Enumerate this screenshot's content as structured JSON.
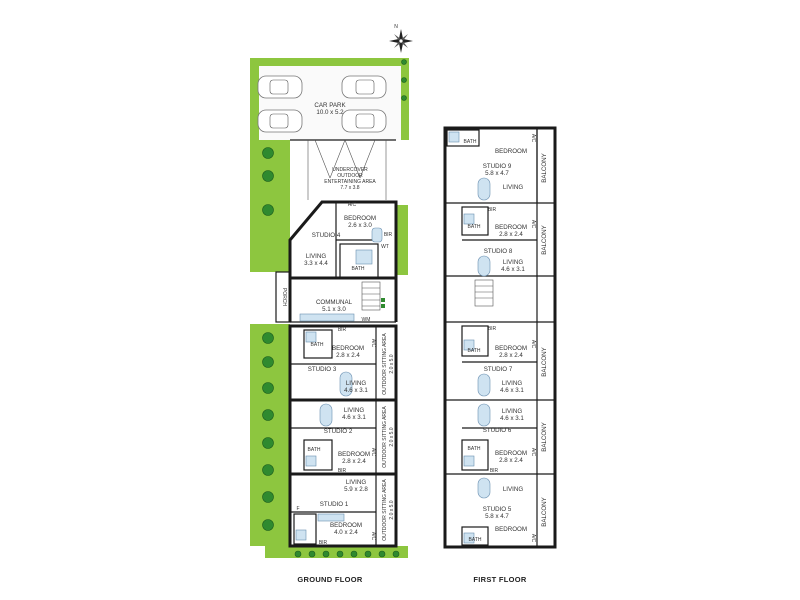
{
  "labels": {
    "car_park": "CAR PARK",
    "car_park_dim": "10.0 x 5.2",
    "undercover_1": "UNDERCOVER",
    "undercover_2": "OUTDOOR",
    "undercover_3": "ENTERTAINING AREA",
    "undercover_dim": "7.7 x 3.8",
    "ac": "A/C",
    "bedroom": "BEDROOM",
    "living": "LIVING",
    "bath": "BATH",
    "bir": "BIR",
    "wt": "WT",
    "wm": "WM",
    "f": "F",
    "porch": "PORCH",
    "communal": "COMMUNAL",
    "communal_dim": "5.1 x 3.0",
    "outdoor_sitting": "OUTDOOR SITTING AREA",
    "outdoor_sitting_dim": "2.0 x 5.0",
    "balcony": "BALCONY",
    "studio_1": "STUDIO 1",
    "studio_2": "STUDIO 2",
    "studio_3": "STUDIO 3",
    "studio_4": "STUDIO 4",
    "studio_5": "STUDIO 5",
    "studio_6": "STUDIO 6",
    "studio_7": "STUDIO 7",
    "studio_8": "STUDIO 8",
    "studio_9": "STUDIO 9",
    "s4_bed_dim": "2.6 x 3.0",
    "s4_liv_dim": "3.3 x 4.4",
    "s3_bed_dim": "2.8 x 2.4",
    "s3_liv_dim": "4.6 x 3.1",
    "s2_liv_dim": "4.6 x 3.1",
    "s2_bed_dim": "2.8 x 2.4",
    "s1_liv_dim": "5.9 x 2.8",
    "s1_bed_dim": "4.0 x 2.4",
    "s9_dim": "5.8 x 4.7",
    "s8_bed_dim": "2.8 x 2.4",
    "s8_liv_dim": "4.6 x 3.1",
    "s7_bed_dim": "2.8 x 2.4",
    "s7_liv_dim": "4.6 x 3.1",
    "s6_liv_dim": "4.6 x 3.1",
    "s6_bed_dim": "2.8 x 2.4",
    "s5_dim": "5.8 x 4.7",
    "ground_floor": "GROUND FLOOR",
    "first_floor": "FIRST FLOOR",
    "compass_n": "N"
  },
  "icons": {
    "compass": "compass-rose-icon",
    "car": "car-icon",
    "tree": "tree-icon",
    "stair": "stair-icon"
  },
  "colors": {
    "grass": "#8dc63f",
    "tree": "#2f8a2f",
    "fixture": "#cfe3f1",
    "wall": "#1a1a1a"
  }
}
